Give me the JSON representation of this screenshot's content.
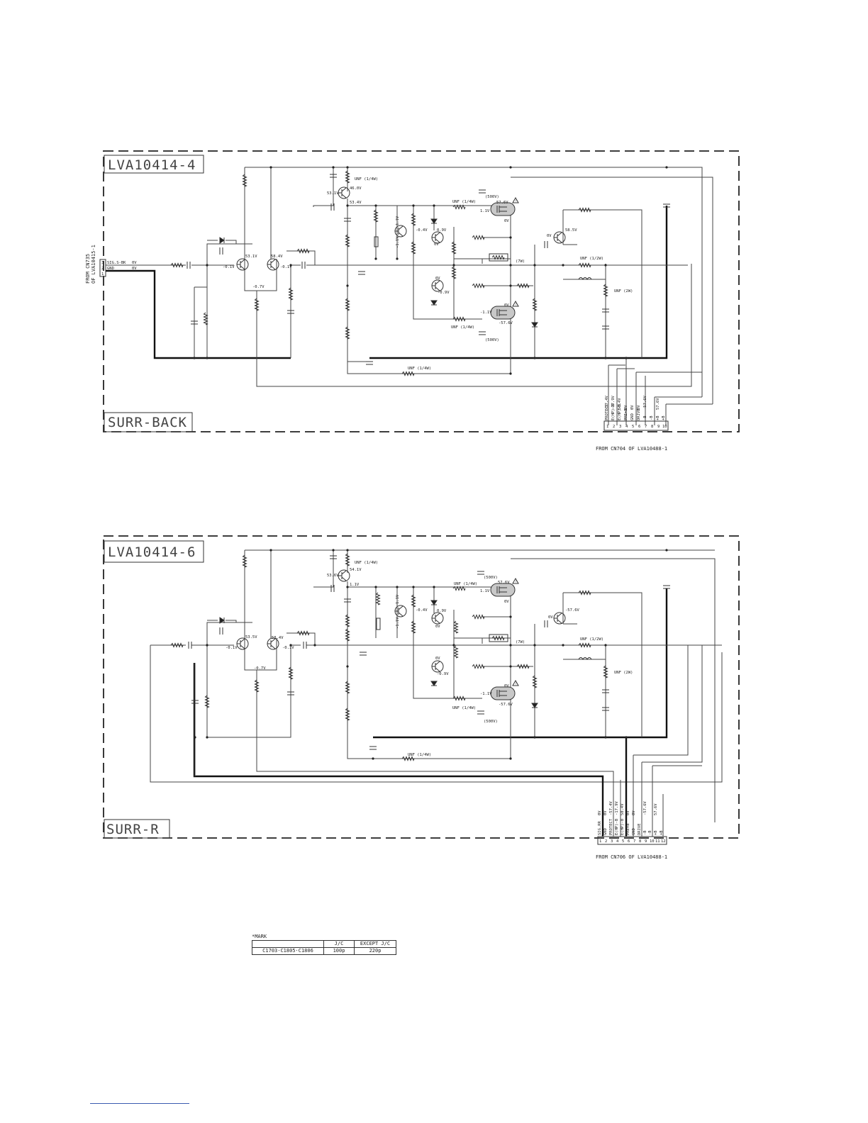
{
  "board_top": {
    "id": "LVA10414-4",
    "section": "SURR-BACK",
    "input": {
      "from": [
        "FROM CN735",
        "OF LVA10415-1"
      ],
      "pins": [
        "3",
        "2",
        "1"
      ],
      "signals": [
        "SIG.S-BK",
        "GND"
      ],
      "voltages": [
        "0V",
        "0V"
      ]
    },
    "voltages": [
      "46.0V",
      "53.1V",
      "53.4V",
      "53.1V",
      "58.4V",
      "-0.1V",
      "-0.1V",
      "-0.7V",
      "1.1V",
      "-0.4V",
      "-1.1V",
      "0.9V",
      "0V",
      "0V",
      "-0.9V",
      "57.6V",
      "1.1V",
      "0V",
      "-1.1V",
      "0V",
      "-57.6V",
      "58.5V",
      "0V"
    ],
    "unf_labels": [
      "UNF (1/4W)",
      "UNF (1/4W)",
      "UNF (1/4W)",
      "UNF (1/4W)",
      "UNF (1/2W)",
      "UNF (2W)"
    ],
    "cap_labels": [
      "(500V)",
      "(500V)"
    ],
    "r_label": "(7W)",
    "connector": {
      "pins": [
        "1",
        "2",
        "3",
        "4",
        "5",
        "6",
        "7",
        "8",
        "9",
        "10"
      ],
      "signals": [
        "PROTECT",
        "E(HP)-B",
        "E(HP)-B",
        "PRE+B",
        "GND",
        "DRIVE",
        "-B",
        "-B",
        "+B",
        "+B"
      ],
      "voltages": [
        "-57.4V",
        "-17.9V",
        "58.4V",
        "0V",
        "0V",
        "0V",
        "-57.6V",
        "",
        "57.6V",
        ""
      ],
      "from": "FROM CN704   OF LVA10488-1"
    }
  },
  "board_bottom": {
    "id": "LVA10414-6",
    "section": "SURR-R",
    "voltages": [
      "53.6V",
      "54.1V",
      "1.1V",
      "53.5V",
      "58.4V",
      "-0.1V",
      "-0.1V",
      "-0.7V",
      "1.1V",
      "-0.4V",
      "-1.1V",
      "0.9V",
      "0V",
      "0V",
      "-0.9V",
      "57.6V",
      "1.1V",
      "0V",
      "-1.1V",
      "0V",
      "-57.6V",
      "0V",
      "-57.6V"
    ],
    "unf_labels": [
      "UNF (1/4W)",
      "UNF (1/4W)",
      "UNF (1/4W)",
      "UNF (1/4W)",
      "UNF (1/2W)",
      "UNF (2W)"
    ],
    "cap_labels": [
      "(500V)",
      "(500V)"
    ],
    "r_label": "(7W)",
    "connector": {
      "pins": [
        "1",
        "2",
        "3",
        "4",
        "5",
        "6",
        "7",
        "8",
        "9",
        "10",
        "11",
        "12"
      ],
      "signals": [
        "SIG.RR",
        "GND",
        "PROTECT",
        "E(HP)-B",
        "E(HP)-B",
        "PRE+B",
        "GND",
        "DRIVE",
        "-B",
        "-B",
        "+B",
        "+B"
      ],
      "voltages": [
        "0V",
        "0V",
        "-57.4V",
        "-17.9V",
        "58.4V",
        "0V",
        "0V",
        "",
        "-57.6V",
        "",
        "57.6V",
        ""
      ],
      "from": "FROM CN706   OF LVA10488-1"
    }
  },
  "legend": {
    "mark": "*MARK",
    "headers": [
      "",
      "J/C",
      "EXCEPT J/C"
    ],
    "row": [
      "C1703·C1805·C1806",
      "100p",
      "220p"
    ]
  }
}
